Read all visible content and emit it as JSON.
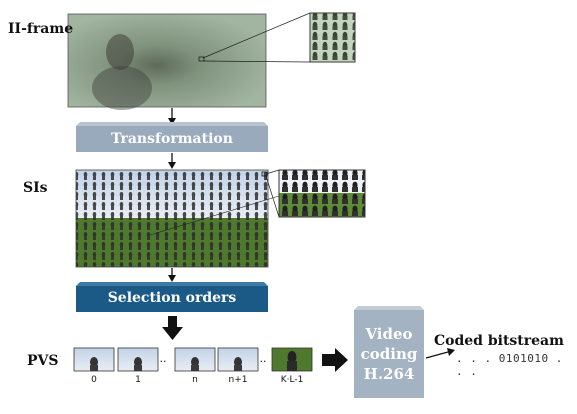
{
  "labels": {
    "ii_frame": "II-frame",
    "sis": "SIs",
    "pvs": "PVS",
    "transformation": "Transformation",
    "selection_orders": "Selection orders",
    "video_coding": [
      "Video",
      "coding",
      "H.264"
    ],
    "coded_bitstream": "Coded bitstream",
    "bitstream_value": ". . . 0101010 . . ."
  },
  "pvs_indices": [
    "0",
    "1",
    "n",
    "n+1",
    "K·L-1"
  ],
  "pvs_ellipsis": "..",
  "colors": {
    "transformation_box": "#9aaabd",
    "selection_box": "#1b5a86",
    "video_coding_box": "#a3b3c2",
    "grass": "#4f7a2e",
    "sky": "#cfd8e4"
  }
}
